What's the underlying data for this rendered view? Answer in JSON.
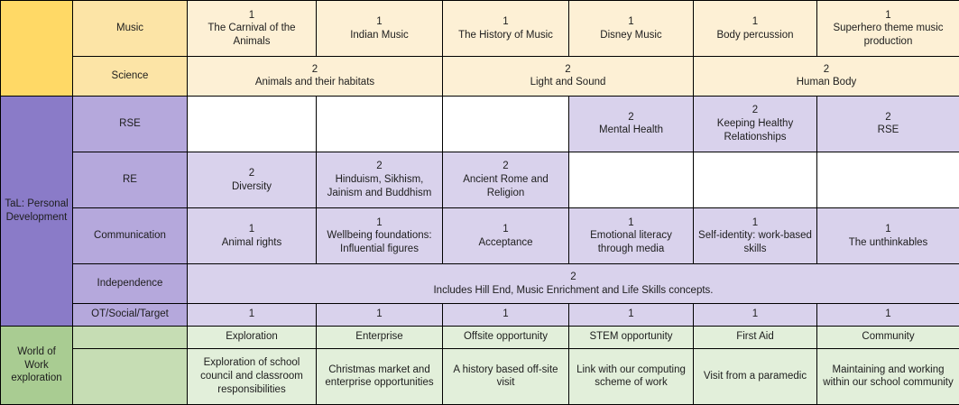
{
  "table": {
    "sections": [
      {
        "id": "creative-science",
        "label": "",
        "rows": [
          {
            "subject": "Music",
            "cells": [
              {
                "num": "1",
                "text": "The Carnival of the Animals"
              },
              {
                "num": "1",
                "text": "Indian Music"
              },
              {
                "num": "1",
                "text": "The History of Music"
              },
              {
                "num": "1",
                "text": "Disney Music"
              },
              {
                "num": "1",
                "text": "Body percussion"
              },
              {
                "num": "1",
                "text": "Superhero theme music production"
              }
            ]
          },
          {
            "subject": "Science",
            "cells": [
              {
                "num": "2",
                "text": "Animals and their habitats",
                "span": 2
              },
              {
                "num": "2",
                "text": "Light and Sound",
                "span": 2
              },
              {
                "num": "2",
                "text": "Human Body",
                "span": 2
              }
            ]
          }
        ]
      },
      {
        "id": "tal-personal-development",
        "label": "TaL: Personal Development",
        "rows": [
          {
            "subject": "RSE",
            "cells": [
              {
                "num": "",
                "text": "",
                "empty": true
              },
              {
                "num": "",
                "text": "",
                "empty": true
              },
              {
                "num": "",
                "text": "",
                "empty": true
              },
              {
                "num": "2",
                "text": "Mental Health"
              },
              {
                "num": "2",
                "text": "Keeping Healthy Relationships"
              },
              {
                "num": "2",
                "text": "RSE"
              }
            ]
          },
          {
            "subject": "RE",
            "cells": [
              {
                "num": "2",
                "text": "Diversity"
              },
              {
                "num": "2",
                "text": "Hinduism, Sikhism, Jainism and Buddhism"
              },
              {
                "num": "2",
                "text": "Ancient Rome and Religion"
              },
              {
                "num": "",
                "text": "",
                "empty": true
              },
              {
                "num": "",
                "text": "",
                "empty": true
              },
              {
                "num": "",
                "text": "",
                "empty": true
              }
            ]
          },
          {
            "subject": "Communication",
            "cells": [
              {
                "num": "1",
                "text": "Animal rights"
              },
              {
                "num": "1",
                "text": "Wellbeing foundations: Influential figures"
              },
              {
                "num": "1",
                "text": "Acceptance"
              },
              {
                "num": "1",
                "text": "Emotional literacy through media"
              },
              {
                "num": "1",
                "text": "Self-identity: work-based skills"
              },
              {
                "num": "1",
                "text": "The unthinkables"
              }
            ]
          },
          {
            "subject": "Independence",
            "cells": [
              {
                "num": "2",
                "text": "Includes Hill End, Music Enrichment and Life Skills concepts.",
                "span": 6
              }
            ]
          },
          {
            "subject": "OT/Social/Target",
            "cells": [
              {
                "num": "1",
                "text": ""
              },
              {
                "num": "1",
                "text": ""
              },
              {
                "num": "1",
                "text": ""
              },
              {
                "num": "1",
                "text": ""
              },
              {
                "num": "1",
                "text": ""
              },
              {
                "num": "1",
                "text": ""
              }
            ]
          }
        ]
      },
      {
        "id": "world-of-work",
        "label": "World of Work exploration",
        "rows": [
          {
            "subject": "",
            "cells": [
              {
                "num": "",
                "text": "Exploration"
              },
              {
                "num": "",
                "text": "Enterprise"
              },
              {
                "num": "",
                "text": "Offsite opportunity"
              },
              {
                "num": "",
                "text": "STEM opportunity"
              },
              {
                "num": "",
                "text": "First Aid"
              },
              {
                "num": "",
                "text": "Community"
              }
            ]
          },
          {
            "subject": "",
            "cells": [
              {
                "num": "",
                "text": "Exploration of school council and classroom responsibilities"
              },
              {
                "num": "",
                "text": "Christmas market and enterprise opportunities"
              },
              {
                "num": "",
                "text": "A history based off-site visit"
              },
              {
                "num": "",
                "text": "Link with our computing scheme of work"
              },
              {
                "num": "",
                "text": "Visit from a paramedic"
              },
              {
                "num": "",
                "text": "Maintaining and working within our school community"
              }
            ]
          }
        ]
      }
    ]
  },
  "colors": {
    "section_yellow": "#FFD966",
    "subject_yellow": "#FCE4A6",
    "cell_yellow": "#FDF0D5",
    "section_purple": "#8A7BC8",
    "subject_purple": "#B5A8DC",
    "cell_purple": "#D9D2EC",
    "section_green": "#A9CC92",
    "subject_green": "#C6DDB4",
    "cell_green": "#E2EFDA",
    "border": "#000000"
  }
}
